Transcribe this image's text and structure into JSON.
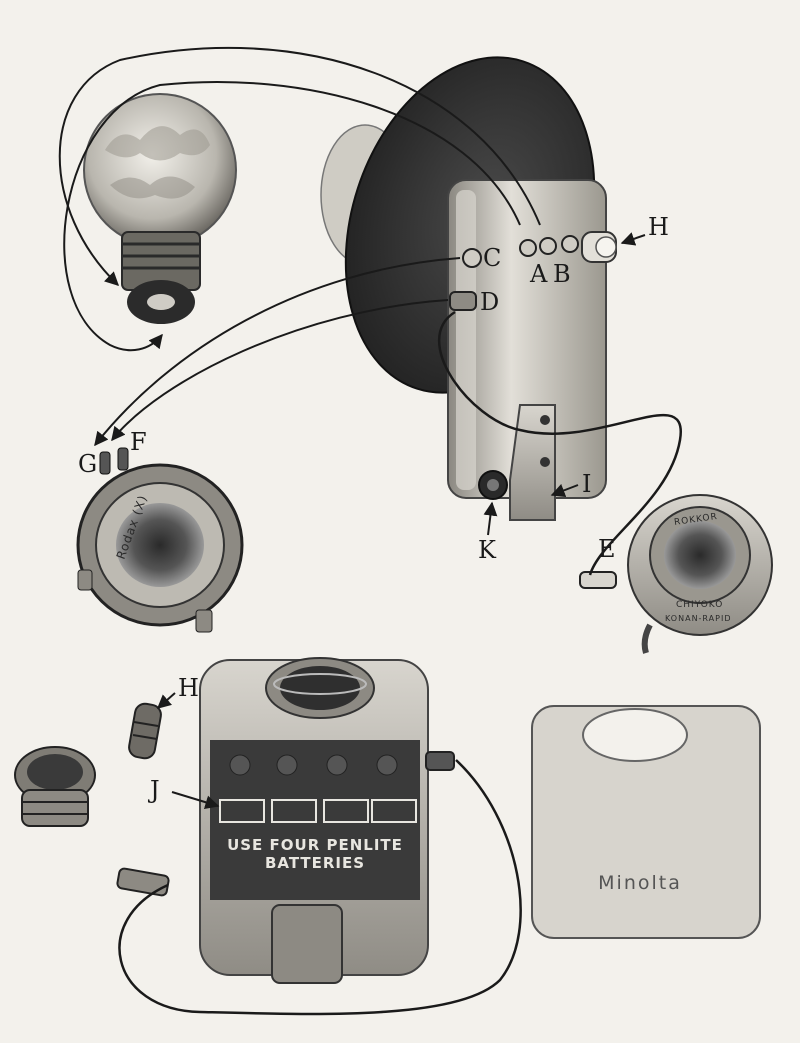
{
  "labels": {
    "a": "A",
    "b": "B",
    "c": "C",
    "d": "D",
    "e": "E",
    "f": "F",
    "g": "G",
    "h_top": "H",
    "i": "I",
    "k": "K",
    "h_bottom": "H",
    "j": "J"
  },
  "battery_case": {
    "line1": "USE FOUR PENLITE",
    "line2": "BATTERIES"
  },
  "cover": {
    "brand": "Minolta"
  },
  "lens_left": {
    "text": "Rodax (X)"
  },
  "lens_right": {
    "top_text": "ROKKOR",
    "mid_text": "CHIYOKO",
    "bottom_text": "KONAN-RAPID"
  }
}
